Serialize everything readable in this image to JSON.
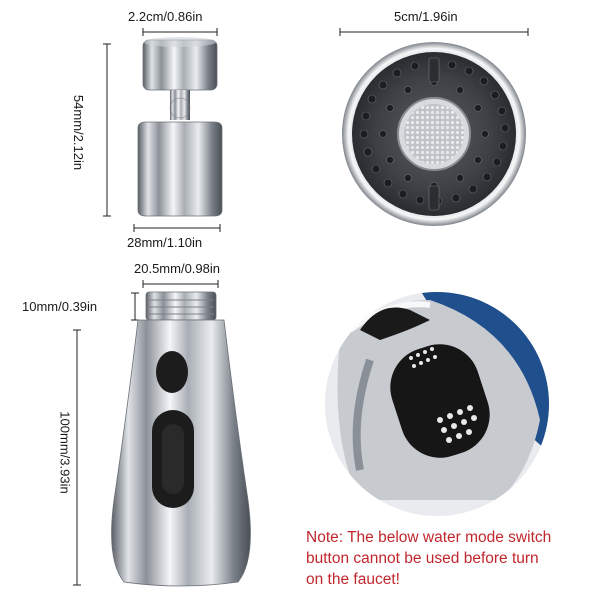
{
  "dimensions": {
    "aerator_top_width": "2.2cm/0.86in",
    "aerator_height": "54mm/2.12in",
    "aerator_bottom_width": "28mm/1.10in",
    "face_diameter": "5cm/1.96in",
    "sprayer_thread_width": "20.5mm/0.98in",
    "sprayer_thread_height": "10mm/0.39in",
    "sprayer_height": "100mm/3.93in"
  },
  "note": {
    "line1": "Note: The below water mode switch",
    "line2": "button cannot be used before turn",
    "line3": "on the faucet!"
  },
  "colors": {
    "note_text": "#c0272d",
    "chrome": "#c8ccd2",
    "button": "#1c1c1c",
    "sink_blue": "#1f4f8c"
  }
}
